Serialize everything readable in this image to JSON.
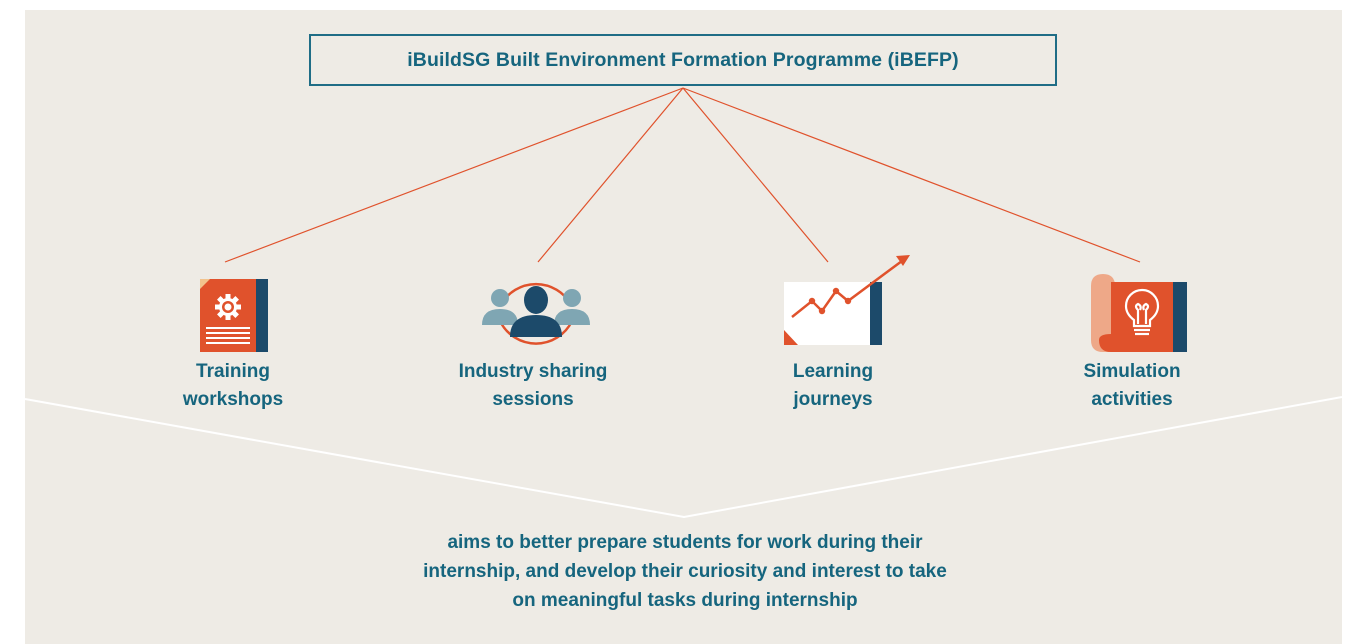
{
  "title": "iBuildSG Built Environment Formation Programme (iBEFP)",
  "colors": {
    "background": "#eeebe5",
    "teal": "#16657e",
    "orange": "#e0522c",
    "navy": "#1c4a6a",
    "light_teal": "#7fa6b3",
    "peach": "#eea888"
  },
  "nodes": [
    {
      "id": "training-workshops",
      "icon": "document-gear-icon",
      "label_lines": [
        "Training",
        "workshops"
      ]
    },
    {
      "id": "industry-sharing-sessions",
      "icon": "people-group-icon",
      "label_lines": [
        "Industry sharing",
        "sessions"
      ]
    },
    {
      "id": "learning-journeys",
      "icon": "trend-chart-icon",
      "label_lines": [
        "Learning",
        "journeys"
      ]
    },
    {
      "id": "simulation-activities",
      "icon": "lightbulb-scroll-icon",
      "label_lines": [
        "Simulation",
        "activities"
      ]
    }
  ],
  "summary_lines": [
    "aims to better prepare students for work during their",
    "internship, and develop their curiosity and interest to take",
    "on meaningful tasks during internship"
  ]
}
